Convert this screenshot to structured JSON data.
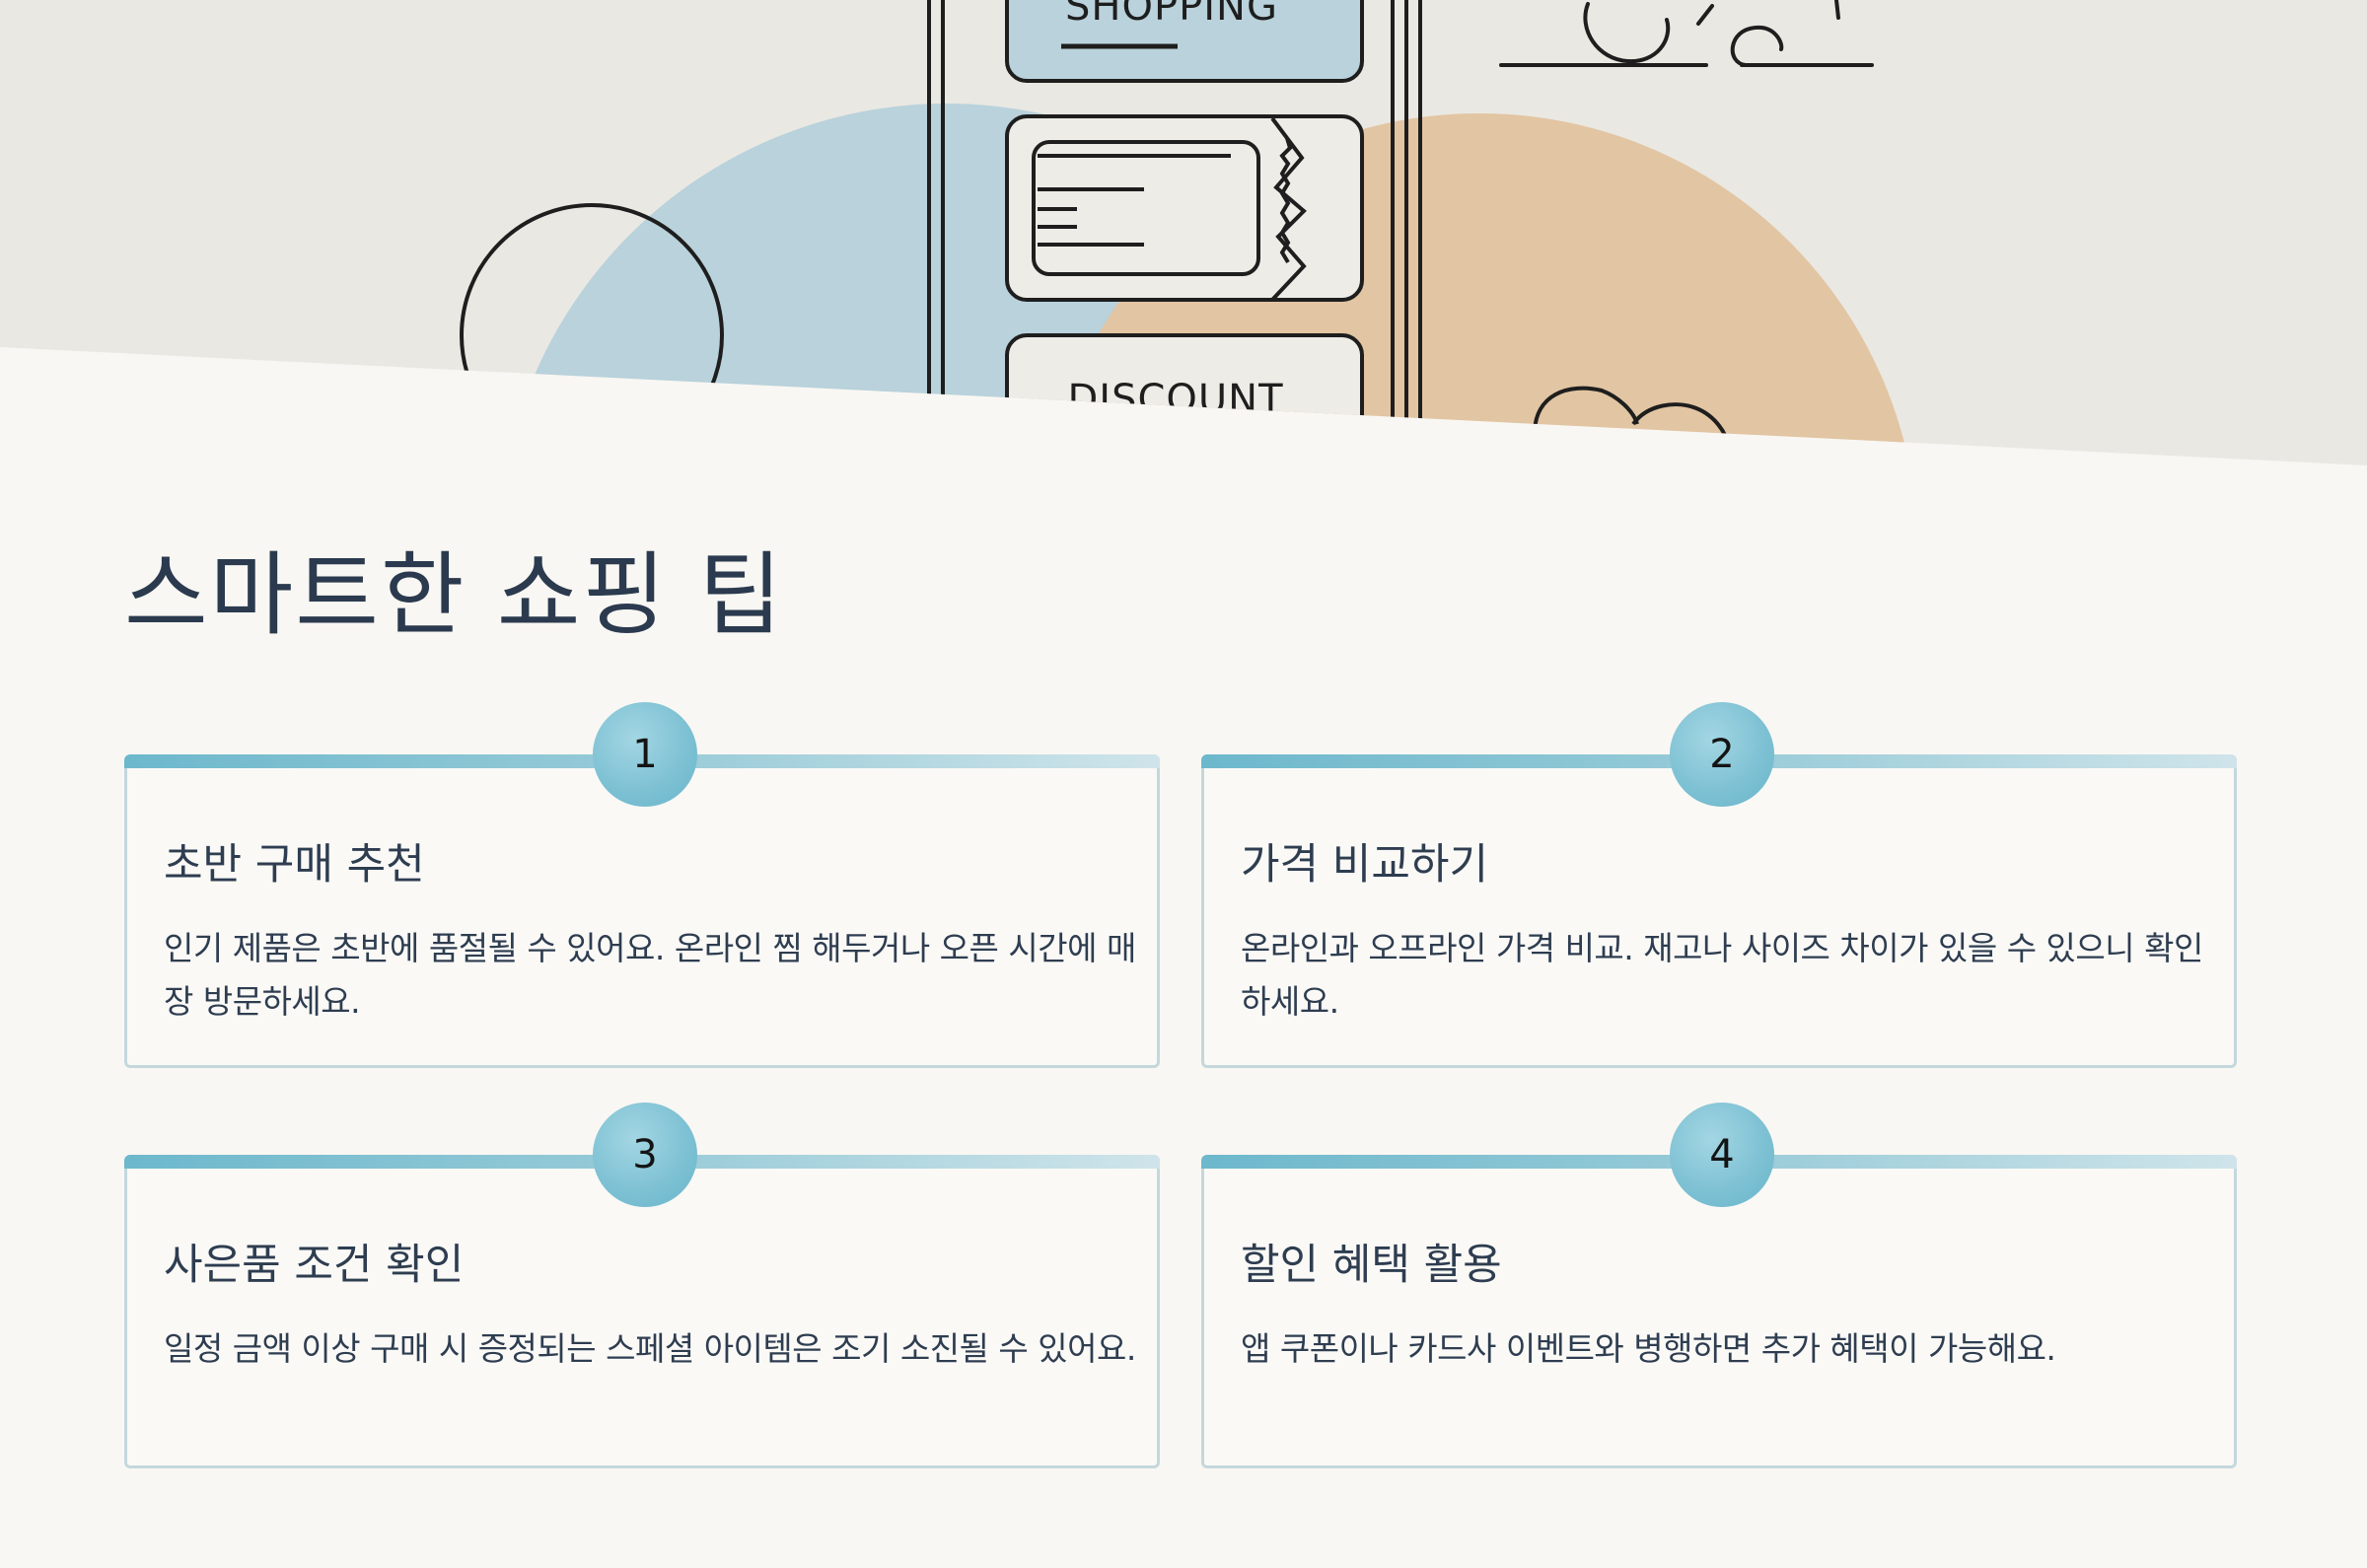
{
  "hero": {
    "phone_label_top": "SHOPPING",
    "phone_label_bottom": "DISCOUNT"
  },
  "section": {
    "title": "스마트한 쇼핑 팁"
  },
  "tips": [
    {
      "number": "1",
      "title": "초반 구매 추천",
      "description": "인기 제품은 초반에 품절될 수 있어요. 온라인 찜 해두거나 오픈 시간에 매장 방문하세요."
    },
    {
      "number": "2",
      "title": "가격 비교하기",
      "description": "온라인과 오프라인 가격 비교. 재고나 사이즈 차이가 있을 수 있으니 확인하세요."
    },
    {
      "number": "3",
      "title": "사은품 조건 확인",
      "description": "일정 금액 이상 구매 시 증정되는 스페셜 아이템은 조기 소진될 수 있어요."
    },
    {
      "number": "4",
      "title": "할인 혜택 활용",
      "description": "앱 쿠폰이나 카드사 이벤트와 병행하면 추가 혜택이 가능해요."
    }
  ],
  "colors": {
    "page_background": "#f9f7f3",
    "hero_background": "#eae8e3",
    "accent_blue": "#6db8cc",
    "accent_peach": "#e2c29c",
    "heading_text": "#2b3a4e",
    "card_border": "#c4d8dc"
  }
}
